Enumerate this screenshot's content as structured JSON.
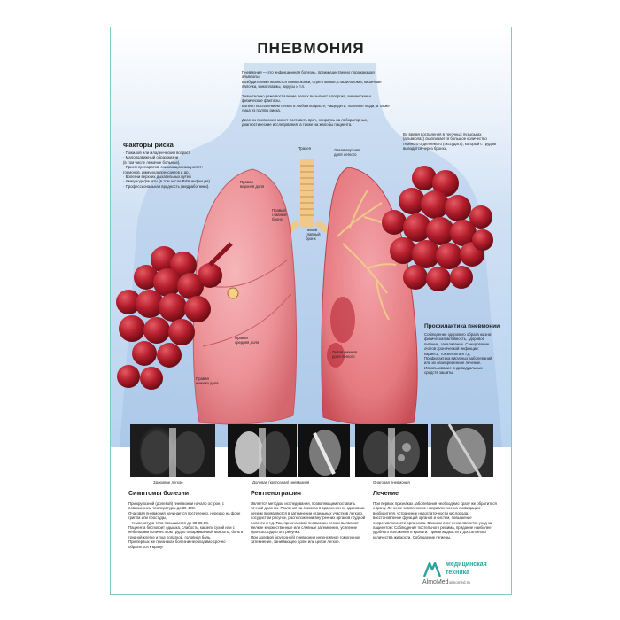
{
  "title": "ПНЕВМОНИЯ",
  "intro": "Пневмония — это инфекционная болезнь, преимущественно поражающая альвеолы.\nВозбудителями являются пневмококки, стрептококки, стафилококки, кишечная палочка, микоплазмы, вирусы и т.п.\n\nЗначительно реже воспаление легких вызывают аллергия, химические и физические факторы.\nБолеют воспалением легких в любом возрасте, чаще дети, пожилые люди, а также лица из группы риска.\n\nДиагноз пневмония может поставить врач, опираясь на лабораторные, диагностические исследования, а также на жалобы пациента.",
  "risk": {
    "heading": "Факторы риска",
    "text": "· Пожилой или младенческий возраст.\n· Малоподвижный образ жизни\n  (в том числе лежачие больные).\n· Прием препаратов, снижающих иммунитет:\n  гормонов, иммунодепрессантов и др.\n· Болезни верхних дыхательных путей\n· Иммунодефициты (в том числе ВИЧ инфекция).\n· Профессиональная вредность (медработники)."
  },
  "alveoli_note": "Во время воспаления в легочных пузырьках (альвеолах) скапливается большое количество гнойного отделяемого (экссудата), который с трудом выводится через бронхи.",
  "labels": {
    "trachea": "Трахея",
    "upper_right": "Правая\nверхняя доля",
    "upper_left": "Левая верхняя\nдоля легкого",
    "right_bronchus": "Правый\nглавный\nбронх",
    "left_bronchus": "Левый\nглавный\nбронх",
    "middle_right": "Правая\nсредняя доля",
    "lower_left": "Левая нижняя\nдоля легкого",
    "lower_right": "Правая\nнижняя доля"
  },
  "prevention": {
    "heading": "Профилактика пневмонии",
    "text": "Соблюдение здорового образа жизни:\nфизическая активность, здоровое\nпитание, закаливание. Санирование\nочагов хронической инфекции:\nкариеса, тонзиллита и т.д.\nПрофилактика вирусных заболеваний\nили их своевременное лечение.\nИспользование индивидуальных\nсредств защиты."
  },
  "xray_captions": {
    "healthy": "Здоровое легкое",
    "lobar": "Долевая (крупозная) пневмония",
    "focal": "Очаговая пневмония"
  },
  "symptoms": {
    "heading": "Симптомы болезни",
    "text": "При крупозной (долевой) пневмонии начало острое, с повышением температуры до 39-40С.\nОчаговая пневмония начинается постепенно, нередко на фоне гриппа или простуды,\n– температура тела повышается до 38-38,5С.\nПациента беспокоит одышка, слабость, кашель сухой или с небольшим количеством трудно отхаркиваемой мокроты, боль в грудной клетке и под лопаткой, головная боль.\nПри первых же признаках болезни необходимо срочно обратиться к врачу!"
  },
  "xray_section": {
    "heading": "Рентгенография",
    "text": "Является методом исследования, позволяющим поставить точный диагноз. Различия на снимках в сравнении со здоровым легким проявляются в затемнении отдельных участков легкого, сосудистом рисунке, расположении внутренних органов грудной полости и т.д. Так, при очаговой пневмонии легких выявляют мелкие множественные или сливные затемнения, усиление бронхососудистого рисунка.\nПри долевой (крупозной) пневмонии интенсивное гомогенное затемнение, занимающее долю или целое легкое."
  },
  "treatment": {
    "heading": "Лечение",
    "text": "При первых признаках заболевания необходимо сразу же обратиться к врачу. Лечение комплексное направленное на ликвидацию возбудителя, устранение недостаточности кислорода, восстановление функций органов и систем, повышение сопротивляемости организма. Важным в лечении является уход за пациентом: Соблюдение постельного режима, придание наиболее удобного положения в кровати. Прием жидкости и достаточного количества жидкости. Соблюдение гигиены."
  },
  "logo": {
    "brand": "AlmoMed",
    "line1": "Медицинская",
    "line2": "техника",
    "url": "almomed.ru",
    "accent": "#2aa39e"
  }
}
